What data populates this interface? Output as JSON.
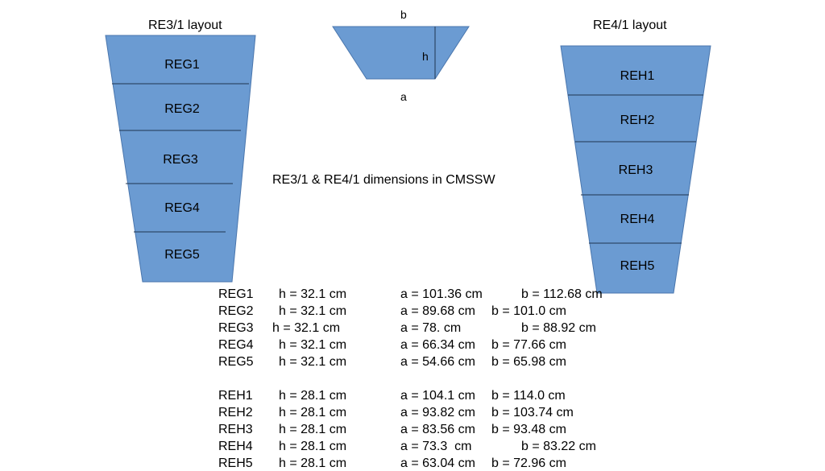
{
  "colors": {
    "fill": "#6b9bd2",
    "stroke": "#4a76ad",
    "divider": "#1f3550"
  },
  "left_title": "RE3/1 layout",
  "right_title": "RE4/1 layout",
  "center_caption": "RE3/1 & RE4/1 dimensions in CMSSW",
  "schematic": {
    "b": "b",
    "h": "h",
    "a": "a"
  },
  "re3_segments": [
    "REG1",
    "REG2",
    "REG3",
    "REG4",
    "REG5"
  ],
  "re4_segments": [
    "REH1",
    "REH2",
    "REH3",
    "REH4",
    "REH5"
  ],
  "table_rows": [
    {
      "name": "REG1",
      "h": "h = 32.1 cm",
      "a": "a = 101.36 cm",
      "b": "b = 112.68 cm"
    },
    {
      "name": "REG2",
      "h": "h = 32.1 cm",
      "a": "a = 89.68 cm",
      "b": "b = 101.0 cm"
    },
    {
      "name": "REG3",
      "h": "h = 32.1 cm",
      "a": "a = 78. cm",
      "b": "b = 88.92 cm"
    },
    {
      "name": "REG4",
      "h": "h = 32.1 cm",
      "a": "a = 66.34 cm",
      "b": "b = 77.66 cm"
    },
    {
      "name": "REG5",
      "h": "h = 32.1 cm",
      "a": "a = 54.66 cm",
      "b": "b = 65.98 cm"
    },
    {
      "name": "REH1",
      "h": "h = 28.1 cm",
      "a": "a = 104.1 cm",
      "b": "b = 114.0 cm"
    },
    {
      "name": "REH2",
      "h": "h = 28.1 cm",
      "a": "a = 93.82 cm",
      "b": "b = 103.74 cm"
    },
    {
      "name": "REH3",
      "h": "h = 28.1 cm",
      "a": "a = 83.56 cm",
      "b": "b = 93.48 cm"
    },
    {
      "name": "REH4",
      "h": "h = 28.1 cm",
      "a": "a = 73.3  cm",
      "b": "b = 83.22 cm"
    },
    {
      "name": "REH5",
      "h": "h = 28.1 cm",
      "a": "a = 63.04 cm",
      "b": "b = 72.96 cm"
    }
  ]
}
